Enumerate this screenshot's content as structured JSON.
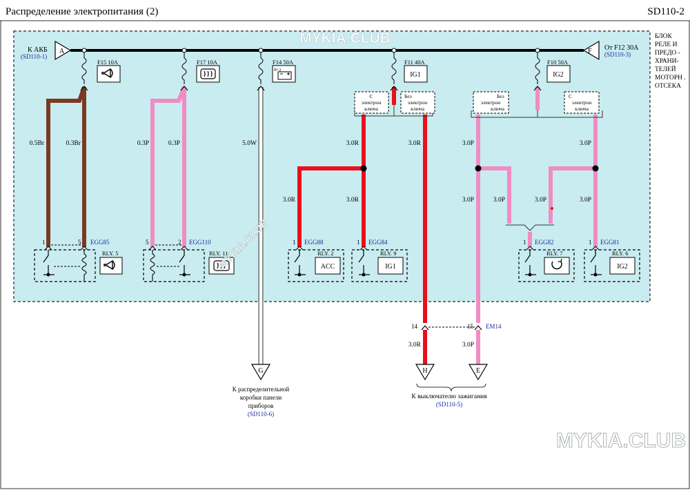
{
  "header": {
    "title": "Распределение электропитания (2)",
    "code": "SD110-2"
  },
  "watermark": {
    "top": "MYKIA.CLUB",
    "diag": "MYKIA.CLUB",
    "bottom": "MYKIA.CLUB"
  },
  "bus": {
    "left_connector": "A",
    "left_label": "К АКБ",
    "left_ref": "(SD110-1)",
    "right_connector": "F",
    "right_label": "От F12 30A",
    "right_ref": "(SD110-3)"
  },
  "box_label": [
    "БЛОК",
    "РЕЛЕ И",
    "ПРЕДО -",
    "ХРАНИ-",
    "ТЕЛЕЙ",
    "МОТОРН .",
    "ОТСЕКА"
  ],
  "fuses": [
    {
      "label": "F15 10A",
      "sub": "",
      "icon": "horn-icon"
    },
    {
      "label": "F17 10A",
      "sub": "",
      "icon": "defroster-icon"
    },
    {
      "label": "F14 50A",
      "sub": "B+2",
      "icon": "battery-icon"
    },
    {
      "label": "F11 40A",
      "sub": "IG1",
      "icon": ""
    },
    {
      "label": "F10 50A",
      "sub": "IG2",
      "icon": ""
    }
  ],
  "key_boxes": [
    {
      "lines": [
        "С",
        "электрон",
        "ключа"
      ]
    },
    {
      "lines": [
        "Без",
        "электрон",
        "ключа"
      ]
    },
    {
      "lines": [
        "Без",
        "электрон",
        "ключа"
      ]
    },
    {
      "lines": [
        "С",
        "электрон",
        "ключа"
      ]
    }
  ],
  "wires": {
    "w1": "0.5Br",
    "w2": "0.3Br",
    "w3": "0.3P",
    "w4": "0.3P",
    "w5": "5.0W",
    "w6": "3.0R",
    "w7": "3.0R",
    "w8": "3.0R",
    "w9": "3.0R",
    "w10": "3.0P",
    "w11": "3.0P",
    "w12": "3.0P",
    "w13": "3.0P",
    "w14": "3.0P",
    "w15": "3.0P",
    "w16": "3.0R",
    "w17": "3.0P"
  },
  "relays": [
    {
      "label": "RLY. 5",
      "connector": "EGG85",
      "pin_left": "1",
      "pin_right": "5",
      "text": "",
      "icon": "horn-icon"
    },
    {
      "label": "RLY. 11",
      "connector": "EGG110",
      "pin_left": "5",
      "pin_right": "2",
      "text": "",
      "icon": "defroster-icon"
    },
    {
      "label": "RLY. 2",
      "connector": "EGG88",
      "pin_left": "1",
      "pin_right": "",
      "text": "ACC",
      "icon": ""
    },
    {
      "label": "RLY. 9",
      "connector": "EGG84",
      "pin_left": "1",
      "pin_right": "",
      "text": "IG1",
      "icon": ""
    },
    {
      "label": "RLY. 7",
      "connector": "EGG82",
      "pin_left": "1",
      "pin_right": "",
      "text": "",
      "icon": "start-icon"
    },
    {
      "label": "RLY. 6",
      "connector": "EGG81",
      "pin_left": "1",
      "pin_right": "",
      "text": "IG2",
      "icon": ""
    }
  ],
  "em14": {
    "connector": "EM14",
    "pin_a": "14",
    "pin_b": "15"
  },
  "outputs": {
    "G": {
      "letter": "G",
      "lines": [
        "К распределительной",
        "коробки панели",
        "приборов"
      ],
      "ref": "(SD110-6)"
    },
    "H": {
      "letter": "H"
    },
    "E": {
      "letter": "E"
    },
    "ignition": {
      "label": "К выключателю зажигания",
      "ref": "(SD110-5)"
    }
  },
  "colors": {
    "box_fill": "#c9ecf0",
    "red": "#e8101a",
    "pink": "#f08cc4",
    "brown": "#7a3a22",
    "white_wire": "#ffffff",
    "ref_blue": "#1a2a9a",
    "bus": "#000000"
  }
}
